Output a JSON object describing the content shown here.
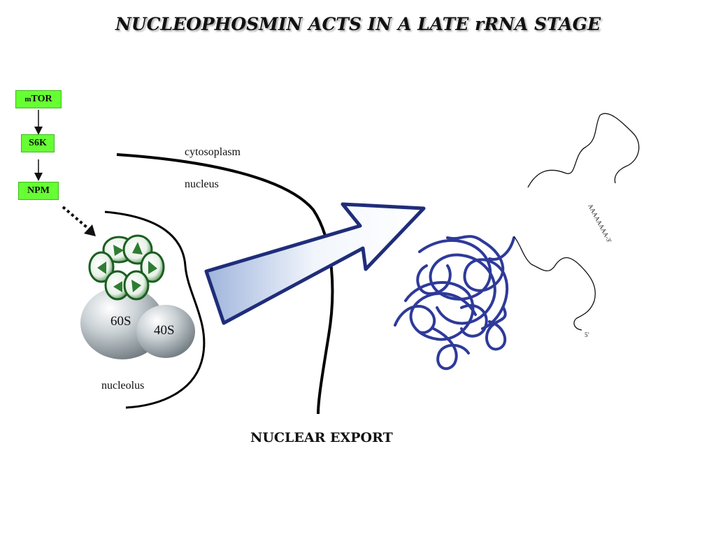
{
  "title": "NUCLEOPHOSMIN ACTS IN A LATE rRNA STAGE",
  "pathway": {
    "box1_prefix": "m",
    "box1_main": "TOR",
    "box2": "S6K",
    "box3": "NPM"
  },
  "labels": {
    "cytoplasm": "cytosoplasm",
    "nucleus": "nucleus",
    "nucleolus": "nucleolus",
    "large_subunit": "60S",
    "small_subunit": "40S",
    "export": "NUCLEAR EXPORT",
    "poly_a": "AAAAAAAA-3'",
    "five_prime": "5'"
  },
  "colors": {
    "pathway_box": "#66ff33",
    "rna_tangle": "#2e3a9a",
    "arrow_fill": "#dfe8f5",
    "arrow_border": "#1f2d7a",
    "npm_green": "#2e7d32"
  }
}
